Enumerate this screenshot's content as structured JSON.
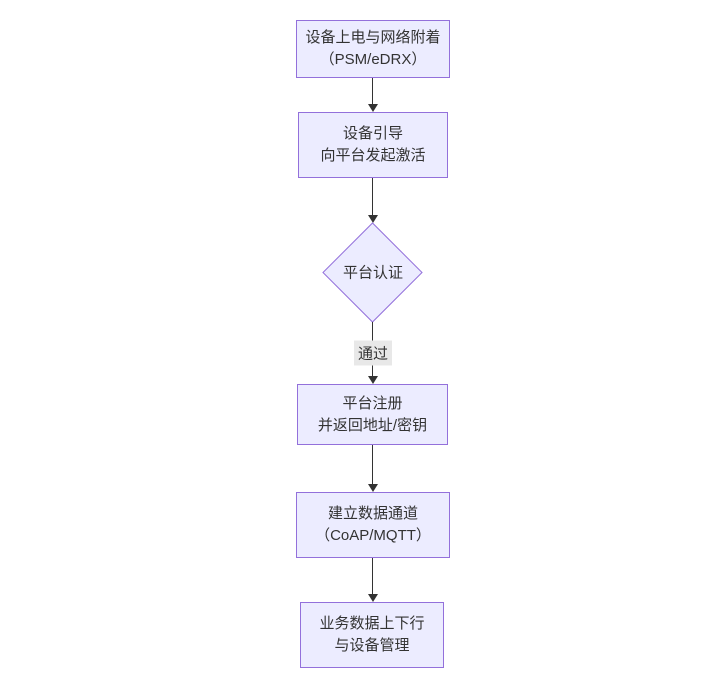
{
  "diagram": {
    "type": "flowchart-top-down",
    "colors": {
      "canvas_bg": "#ffffff",
      "node_fill": "#ECECFF",
      "node_border": "#9370DB",
      "text": "#333333",
      "arrow": "#333333",
      "edge_label_bg": "#e8e8e8"
    },
    "nodes": [
      {
        "id": "A",
        "shape": "rect",
        "lines": [
          "设备上电与网络附着",
          "（PSM/eDRX）"
        ]
      },
      {
        "id": "B",
        "shape": "rect",
        "lines": [
          "设备引导",
          "向平台发起激活"
        ]
      },
      {
        "id": "C",
        "shape": "diamond",
        "lines": [
          "平台认证"
        ]
      },
      {
        "id": "D",
        "shape": "rect",
        "lines": [
          "平台注册",
          "并返回地址/密钥"
        ]
      },
      {
        "id": "E",
        "shape": "rect",
        "lines": [
          "建立数据通道",
          "（CoAP/MQTT）"
        ]
      },
      {
        "id": "F",
        "shape": "rect",
        "lines": [
          "业务数据上下行",
          "与设备管理"
        ]
      }
    ],
    "edges": [
      {
        "from": "A",
        "to": "B",
        "label": ""
      },
      {
        "from": "B",
        "to": "C",
        "label": ""
      },
      {
        "from": "C",
        "to": "D",
        "label": "通过"
      },
      {
        "from": "D",
        "to": "E",
        "label": ""
      },
      {
        "from": "E",
        "to": "F",
        "label": ""
      }
    ]
  }
}
